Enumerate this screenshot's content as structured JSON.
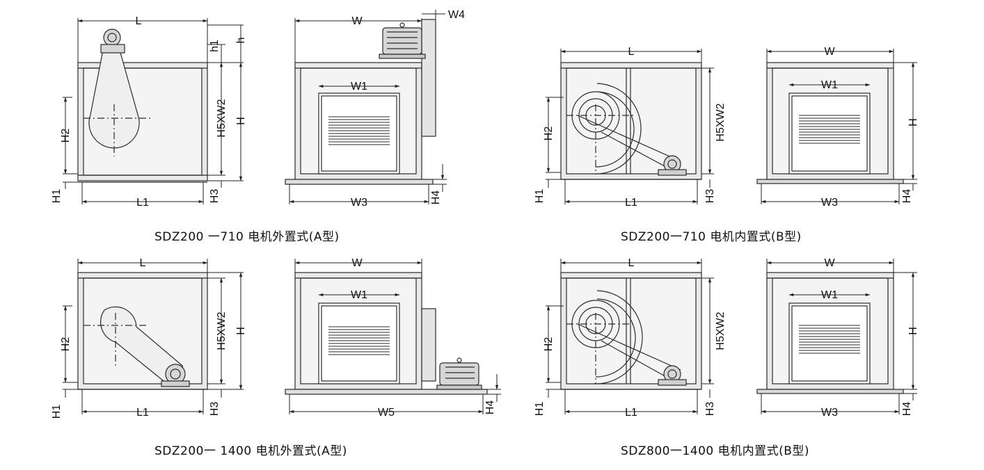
{
  "labels": {
    "L": "L",
    "L1": "L1",
    "W": "W",
    "W1": "W1",
    "W3": "W3",
    "W4": "W4",
    "W5": "W5",
    "H": "H",
    "H1": "H1",
    "H2": "H2",
    "H3": "H3",
    "H4": "H4",
    "H5XW2": "H5XW2",
    "h": "h",
    "h1": "h1"
  },
  "captions": {
    "top_left": "SDZ200 一710 电机外置式(A型)",
    "top_right": "SDZ200一710 电机内置式(B型)",
    "bottom_left": "SDZ200一 1400 电机外置式(A型)",
    "bottom_right": "SDZ800一1400 电机内置式(B型)"
  },
  "colors": {
    "line": "#2a2a2a",
    "frame_fill": "#e9e9e9",
    "panel_fill": "#f4f4f4",
    "motor_fill": "#d6d6d6"
  }
}
